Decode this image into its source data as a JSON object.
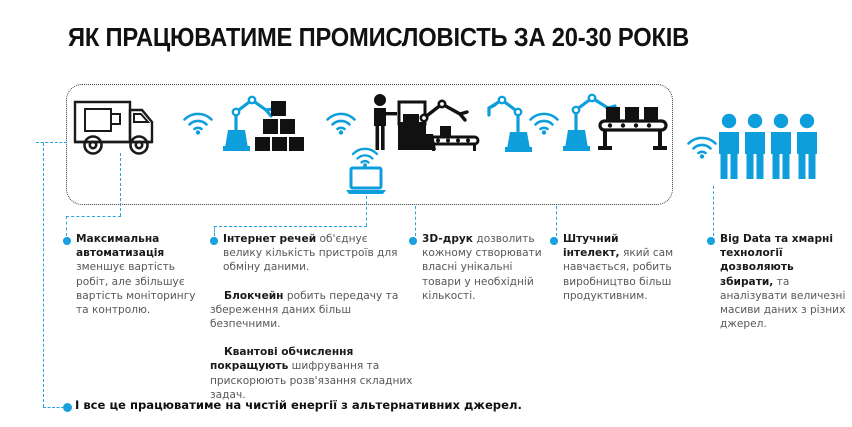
{
  "header": {
    "title": "ЯК ПРАЦЮВАТИМЕ ПРОМИСЛОВІСТЬ ЗА 20-30 РОКІВ"
  },
  "colors": {
    "accent_blue": "#1aa0dc",
    "icon_blue": "#0d9edb",
    "icon_black": "#1a1a1a",
    "body_text": "#58585a",
    "heading_text": "#111111",
    "dotted_border": "#3a3a3a"
  },
  "diagram": {
    "box_label": "factory-process-container",
    "icons": [
      {
        "name": "delivery-truck-icon",
        "color": "#1a1a1a"
      },
      {
        "name": "wifi-signal-icon-1",
        "color": "#0d9edb"
      },
      {
        "name": "robot-arm-with-boxes-icon",
        "color": "#0d9edb"
      },
      {
        "name": "wifi-signal-icon-2",
        "color": "#0d9edb"
      },
      {
        "name": "worker-with-machine-icon",
        "color": "#1a1a1a"
      },
      {
        "name": "robot-arm-icon",
        "color": "#0d9edb"
      },
      {
        "name": "wifi-signal-icon-3",
        "color": "#0d9edb"
      },
      {
        "name": "robot-arm-conveyor-icon",
        "color": "#0d9edb"
      },
      {
        "name": "laptop-icon",
        "color": "#0d9edb"
      },
      {
        "name": "wifi-signal-icon-4",
        "color": "#0d9edb"
      },
      {
        "name": "wifi-signal-icon-5",
        "color": "#0d9edb"
      },
      {
        "name": "people-group-icon",
        "color": "#0d9edb"
      }
    ]
  },
  "columns": [
    {
      "id": "automation",
      "paragraphs": [
        {
          "bullet": true,
          "bold": "Максимальна автоматизація",
          "rest": " зменшує вартість робіт, але збільшує вартість моніторингу та контролю."
        }
      ]
    },
    {
      "id": "iot",
      "paragraphs": [
        {
          "bullet": true,
          "bold": "Інтернет речей",
          "rest": " об'єднує велику кількість пристроїв для обміну даними."
        },
        {
          "bullet": false,
          "bold": "Блокчейн",
          "rest": " робить передачу та збереження даних більш безпечними."
        },
        {
          "bullet": false,
          "bold": "Квантові обчислення покращують",
          "rest": " шифрування та прискорюють розв'язання складних задач."
        }
      ]
    },
    {
      "id": "printing-3d",
      "paragraphs": [
        {
          "bullet": true,
          "bold": "3D-друк",
          "rest": " дозволить кожному створювати власні унікальні товари у необхідній кількості."
        }
      ]
    },
    {
      "id": "ai",
      "paragraphs": [
        {
          "bullet": true,
          "bold": "Штучний інтелект,",
          "rest": " який сам навчається, робить виробництво більш продуктивним."
        }
      ]
    },
    {
      "id": "bigdata",
      "paragraphs": [
        {
          "bullet": true,
          "bold": "Big Data та хмарні технології дозволяють збирати,",
          "rest": " та аналізувати величезні масиви даних з різних джерел."
        }
      ]
    }
  ],
  "footer": {
    "text": "І все це працюватиме на чистій енергії з альтернативних джерел."
  }
}
